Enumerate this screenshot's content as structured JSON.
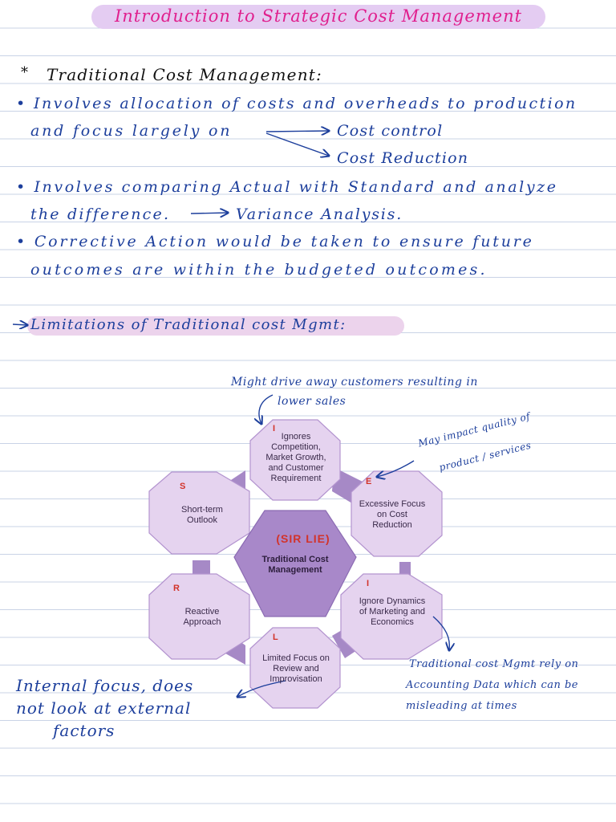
{
  "title": "Introduction to Strategic Cost Management",
  "traditional": {
    "heading_bullet": "*",
    "heading": "Traditional Cost Management:",
    "b1_line1": "• Involves allocation of costs and overheads to production",
    "b1_line2": "and focus largely on",
    "b1_branch1": "Cost control",
    "b1_branch2": "Cost Reduction",
    "b2_line1": "• Involves comparing Actual with Standard and analyze",
    "b2_line2": "the difference.",
    "b2_result": "Variance Analysis.",
    "b3_line1": "• Corrective Action would be taken to ensure future",
    "b3_line2": "outcomes are within the budgeted outcomes."
  },
  "limitations": {
    "heading": "Limitations of Traditional cost Mgmt:",
    "center_acronym": "(SIR LIE)",
    "center_label": "Traditional Cost Management",
    "hexes": [
      {
        "letter": "I",
        "text": "Ignores Competition, Market Growth, and Customer Requirement"
      },
      {
        "letter": "E",
        "text": "Excessive Focus on Cost Reduction"
      },
      {
        "letter": "I",
        "text": "Ignore Dynamics of Marketing and Economics"
      },
      {
        "letter": "L",
        "text": "Limited Focus on Review and Improvisation"
      },
      {
        "letter": "R",
        "text": "Reactive Approach"
      },
      {
        "letter": "S",
        "text": "Short-term Outlook"
      }
    ]
  },
  "notes": {
    "top_line1": "Might drive away customers resulting in",
    "top_line2": "lower sales",
    "right_line1": "May impact quality of",
    "right_line2": "product / services",
    "bottom_right_line1": "Traditional cost Mgmt rely on",
    "bottom_right_line2": "Accounting Data which can be",
    "bottom_right_line3": "misleading at times",
    "left_line1": "Internal focus, does",
    "left_line2": "not look at external",
    "left_line3": "factors"
  },
  "colors": {
    "ink_blue": "#1d3f9c",
    "title_pink": "#e0208e",
    "hex_fill": "#e5d3ef",
    "hex_center": "#a888c9",
    "connector": "#a689c6",
    "letter_red": "#d2332a"
  }
}
